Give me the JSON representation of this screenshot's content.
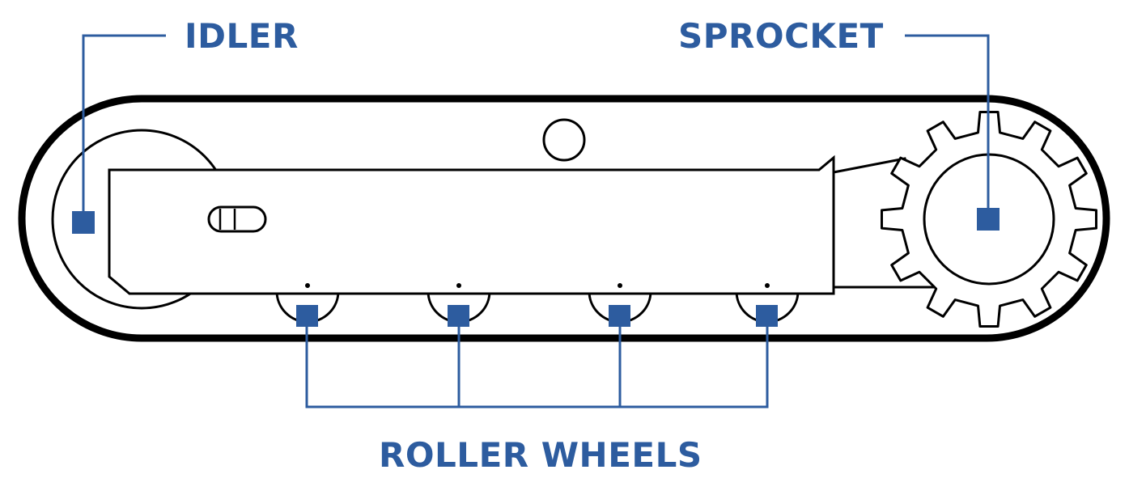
{
  "labels": {
    "idler": "IDLER",
    "sprocket": "SPROCKET",
    "roller_wheels": "ROLLER WHEELS"
  },
  "colors": {
    "accent": "#2d5c9f",
    "outline": "#000000",
    "background": "#ffffff"
  }
}
